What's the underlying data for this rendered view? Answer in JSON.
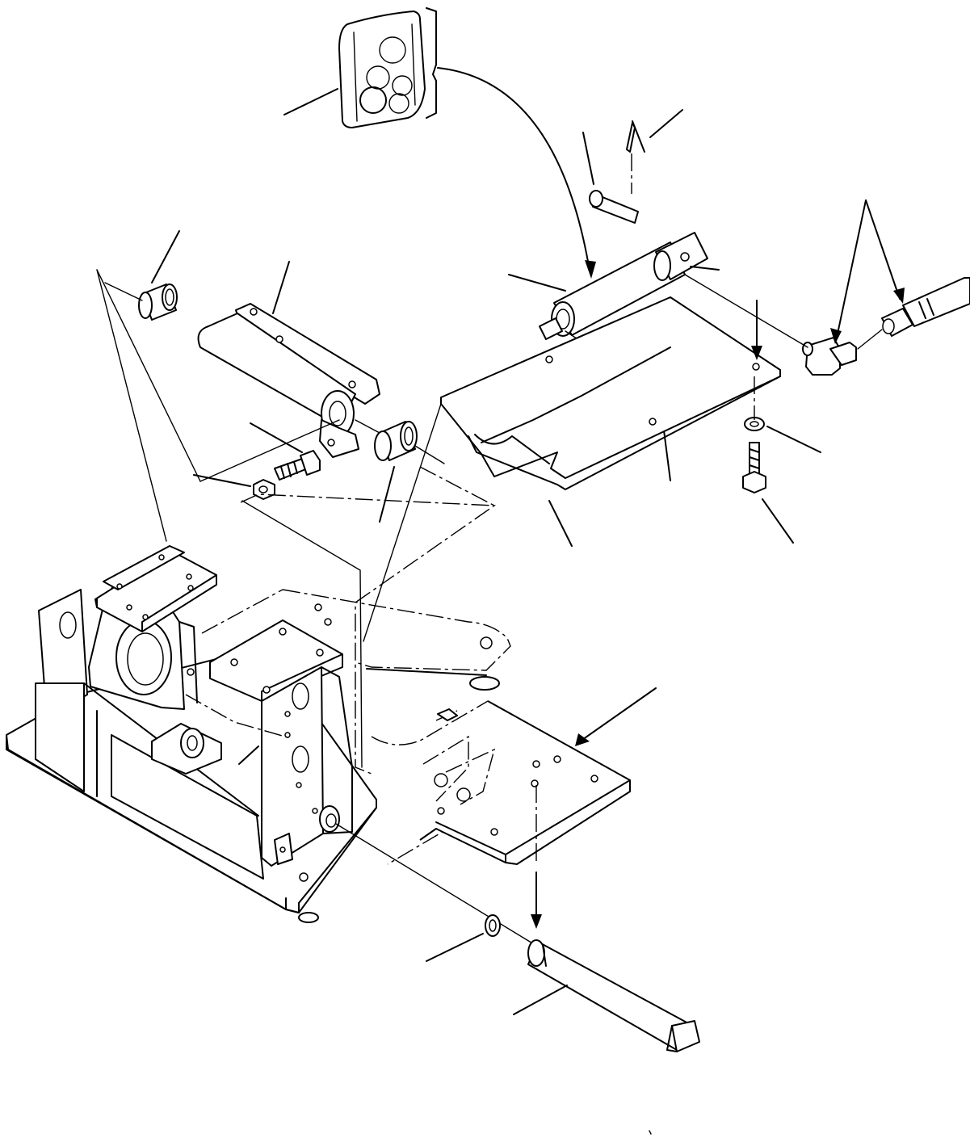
{
  "diagram": {
    "type": "exploded-parts-view",
    "callouts": [],
    "parts": [
      "decal",
      "cylinder",
      "pin",
      "cotter-pin",
      "elbow-fitting",
      "hose",
      "mounting-plate",
      "washer",
      "bolt",
      "bushing",
      "pivot-bracket",
      "set-screw",
      "nut",
      "frame-base",
      "snap-ring",
      "pivot-pin"
    ]
  }
}
